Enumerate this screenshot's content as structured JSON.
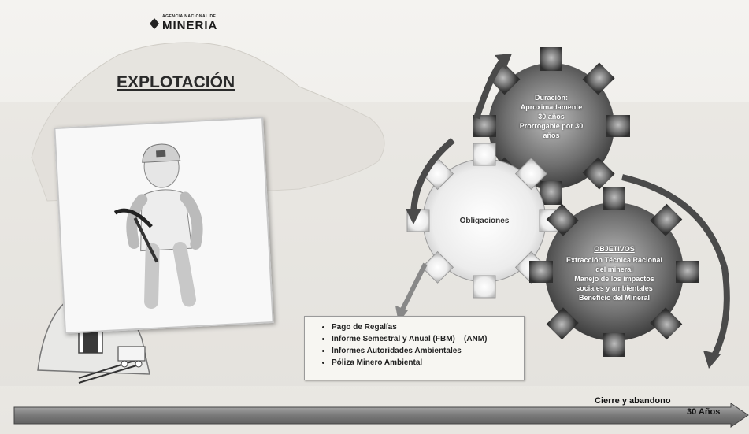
{
  "logo": {
    "small": "AGENCIA NACIONAL DE",
    "big": "MINERIA",
    "icon": "diamond-logo-icon"
  },
  "title": "EXPLOTACIÓN",
  "gears": {
    "duration": {
      "heading": "Duración:",
      "lines": [
        "Aproximadamente",
        "30 años",
        "Prorrogable por 30",
        "años"
      ]
    },
    "obligations": {
      "label": "Obligaciones"
    },
    "objectives": {
      "heading": "OBJETIVOS",
      "items": [
        "Extracción Técnica Racional del mineral",
        "Manejo de los impactos sociales y ambientales",
        "Beneficio del Mineral"
      ]
    }
  },
  "obligations_list": [
    "Pago de Regalías",
    "Informe Semestral y Anual (FBM) – (ANM)",
    "Informes Autoridades Ambientales",
    "Póliza Minero Ambiental"
  ],
  "timeline": {
    "end_label": "Cierre y abandono",
    "duration_label": "30 Años"
  },
  "colors": {
    "gear_dark": "#3a3a3a",
    "gear_light": "#f2f2f2",
    "timeline": "#8a8a8a"
  }
}
